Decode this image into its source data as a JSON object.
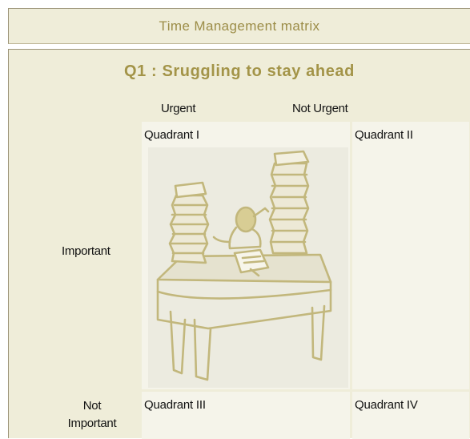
{
  "header": {
    "title": "Time Management matrix"
  },
  "matrix": {
    "subtitle": "Q1 : Sruggling to stay ahead",
    "columns": {
      "urgent": "Urgent",
      "not_urgent": "Not Urgent"
    },
    "rows": {
      "important": "Important",
      "not_important_line1": "Not",
      "not_important_line2": "Important"
    },
    "quadrants": {
      "q1": "Quadrant I",
      "q2": "Quadrant II",
      "q3": "Quadrant III",
      "q4": "Quadrant IV"
    }
  },
  "colors": {
    "panel_bg": "#efedd9",
    "title_text": "#9c8d48",
    "quadrant_bg": "#f5f4ea",
    "illustration_line": "#c2b77c"
  },
  "illustration": {
    "icon": "stressed-person-at-desk-with-paper-stacks-illustration"
  }
}
